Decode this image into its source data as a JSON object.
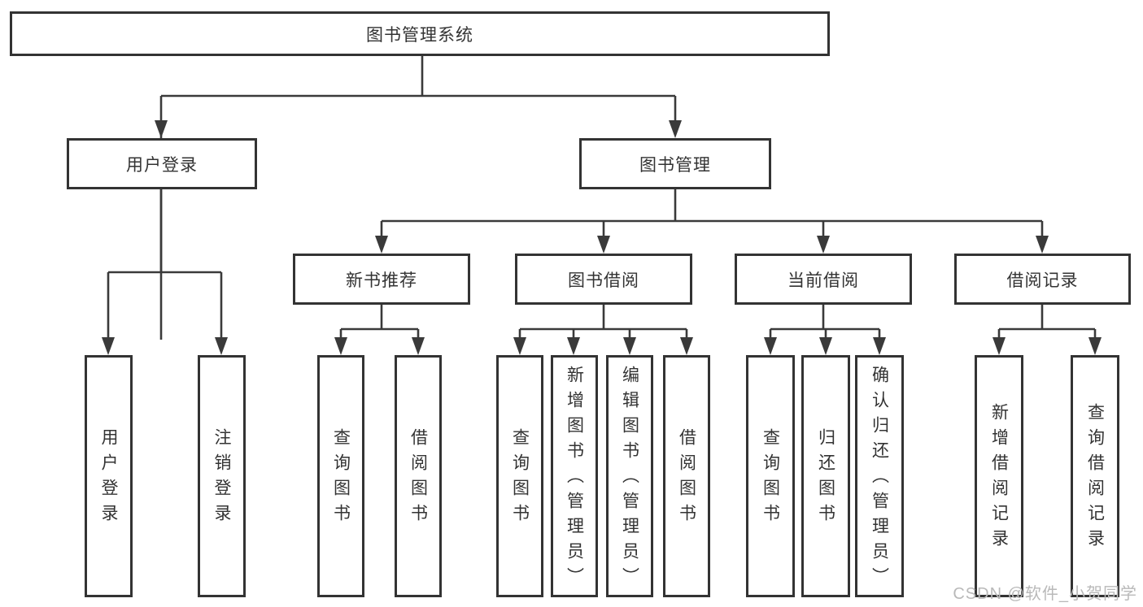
{
  "diagram": {
    "type": "hierarchy-diagram",
    "watermark": "CSDN @软件_小贺同学",
    "colors": {
      "line": "#3a3a3a",
      "border": "#333333",
      "text": "#333333",
      "background": "#ffffff",
      "watermark_text": "#b9b9b9"
    },
    "root": {
      "label": "图书管理系统",
      "children": [
        {
          "label": "用户登录",
          "children": [
            {
              "label": "用户登录"
            },
            {
              "label": "注销登录"
            }
          ]
        },
        {
          "label": "图书管理",
          "children": [
            {
              "label": "新书推荐",
              "children": [
                {
                  "label": "查询图书"
                },
                {
                  "label": "借阅图书"
                }
              ]
            },
            {
              "label": "图书借阅",
              "children": [
                {
                  "label": "查询图书"
                },
                {
                  "label": "新增图书（管理员）"
                },
                {
                  "label": "编辑图书（管理员）"
                },
                {
                  "label": "借阅图书"
                }
              ]
            },
            {
              "label": "当前借阅",
              "children": [
                {
                  "label": "查询图书"
                },
                {
                  "label": "归还图书"
                },
                {
                  "label": "确认归还（管理员）"
                }
              ]
            },
            {
              "label": "借阅记录",
              "children": [
                {
                  "label": "新增借阅记录"
                },
                {
                  "label": "查询借阅记录"
                }
              ]
            }
          ]
        }
      ]
    }
  }
}
